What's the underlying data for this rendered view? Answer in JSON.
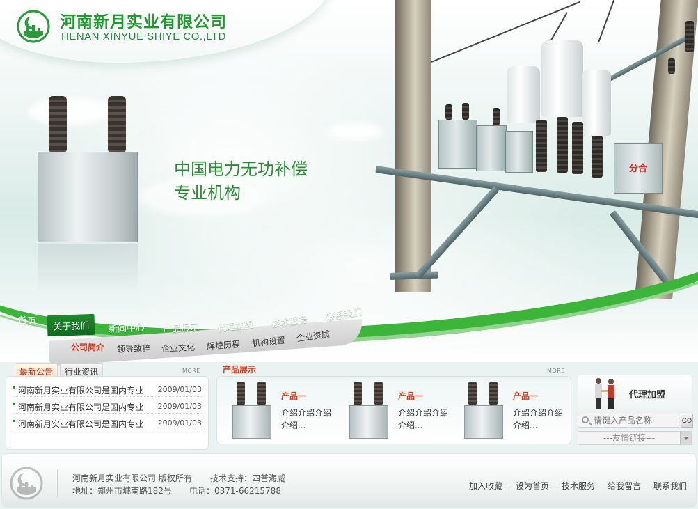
{
  "brand": {
    "name_cn": "河南新月实业有限公司",
    "name_en": "HENAN XINYUE SHIYE CO.,LTD"
  },
  "banner": {
    "slogan_line1": "中国电力无功补偿",
    "slogan_line2": "专业机构",
    "equipment_label": "分合"
  },
  "nav": {
    "main": [
      "首页",
      "关于我们",
      "新闻中心",
      "产品展示",
      "代理加盟",
      "技术服务",
      "联系我们"
    ],
    "active_index": 1,
    "sub": [
      "公司简介",
      "领导致辞",
      "企业文化",
      "辉煌历程",
      "机构设置",
      "企业资质"
    ],
    "sub_active_index": 0
  },
  "news": {
    "tabs": [
      "最新公告",
      "行业资讯"
    ],
    "more": "MORE",
    "items": [
      {
        "title": "河南新月实业有限公司是国内专业",
        "date": "2009/01/03"
      },
      {
        "title": "河南新月实业有限公司是国内专业",
        "date": "2009/01/03"
      },
      {
        "title": "河南新月实业有限公司是国内专业",
        "date": "2009/01/03"
      }
    ]
  },
  "products": {
    "heading": "产品展示",
    "more": "MORE",
    "items": [
      {
        "name": "产品一",
        "desc": "介绍介绍介绍介绍..."
      },
      {
        "name": "产品一",
        "desc": "介绍介绍介绍介绍..."
      },
      {
        "name": "产品一",
        "desc": "介绍介绍介绍介绍..."
      }
    ]
  },
  "sidebar": {
    "agent_label": "代理加盟",
    "search_placeholder": "请键入产品名称",
    "search_button": "GO",
    "links_select": "---友情链接---"
  },
  "footer": {
    "copyright": "河南新月实业有限公司 版权所有",
    "support": "技术支持：四普海威",
    "address": "地址：郑州市城南路182号",
    "phone": "电话：0371-66215788",
    "links": [
      "加入收藏",
      "设为首页",
      "技术服务",
      "给我留言",
      "联系我们"
    ],
    "separator": "-"
  },
  "colors": {
    "brand_green": "#1e9a2c",
    "nav_green": "#3cb53a",
    "accent_red": "#d23b1e"
  }
}
